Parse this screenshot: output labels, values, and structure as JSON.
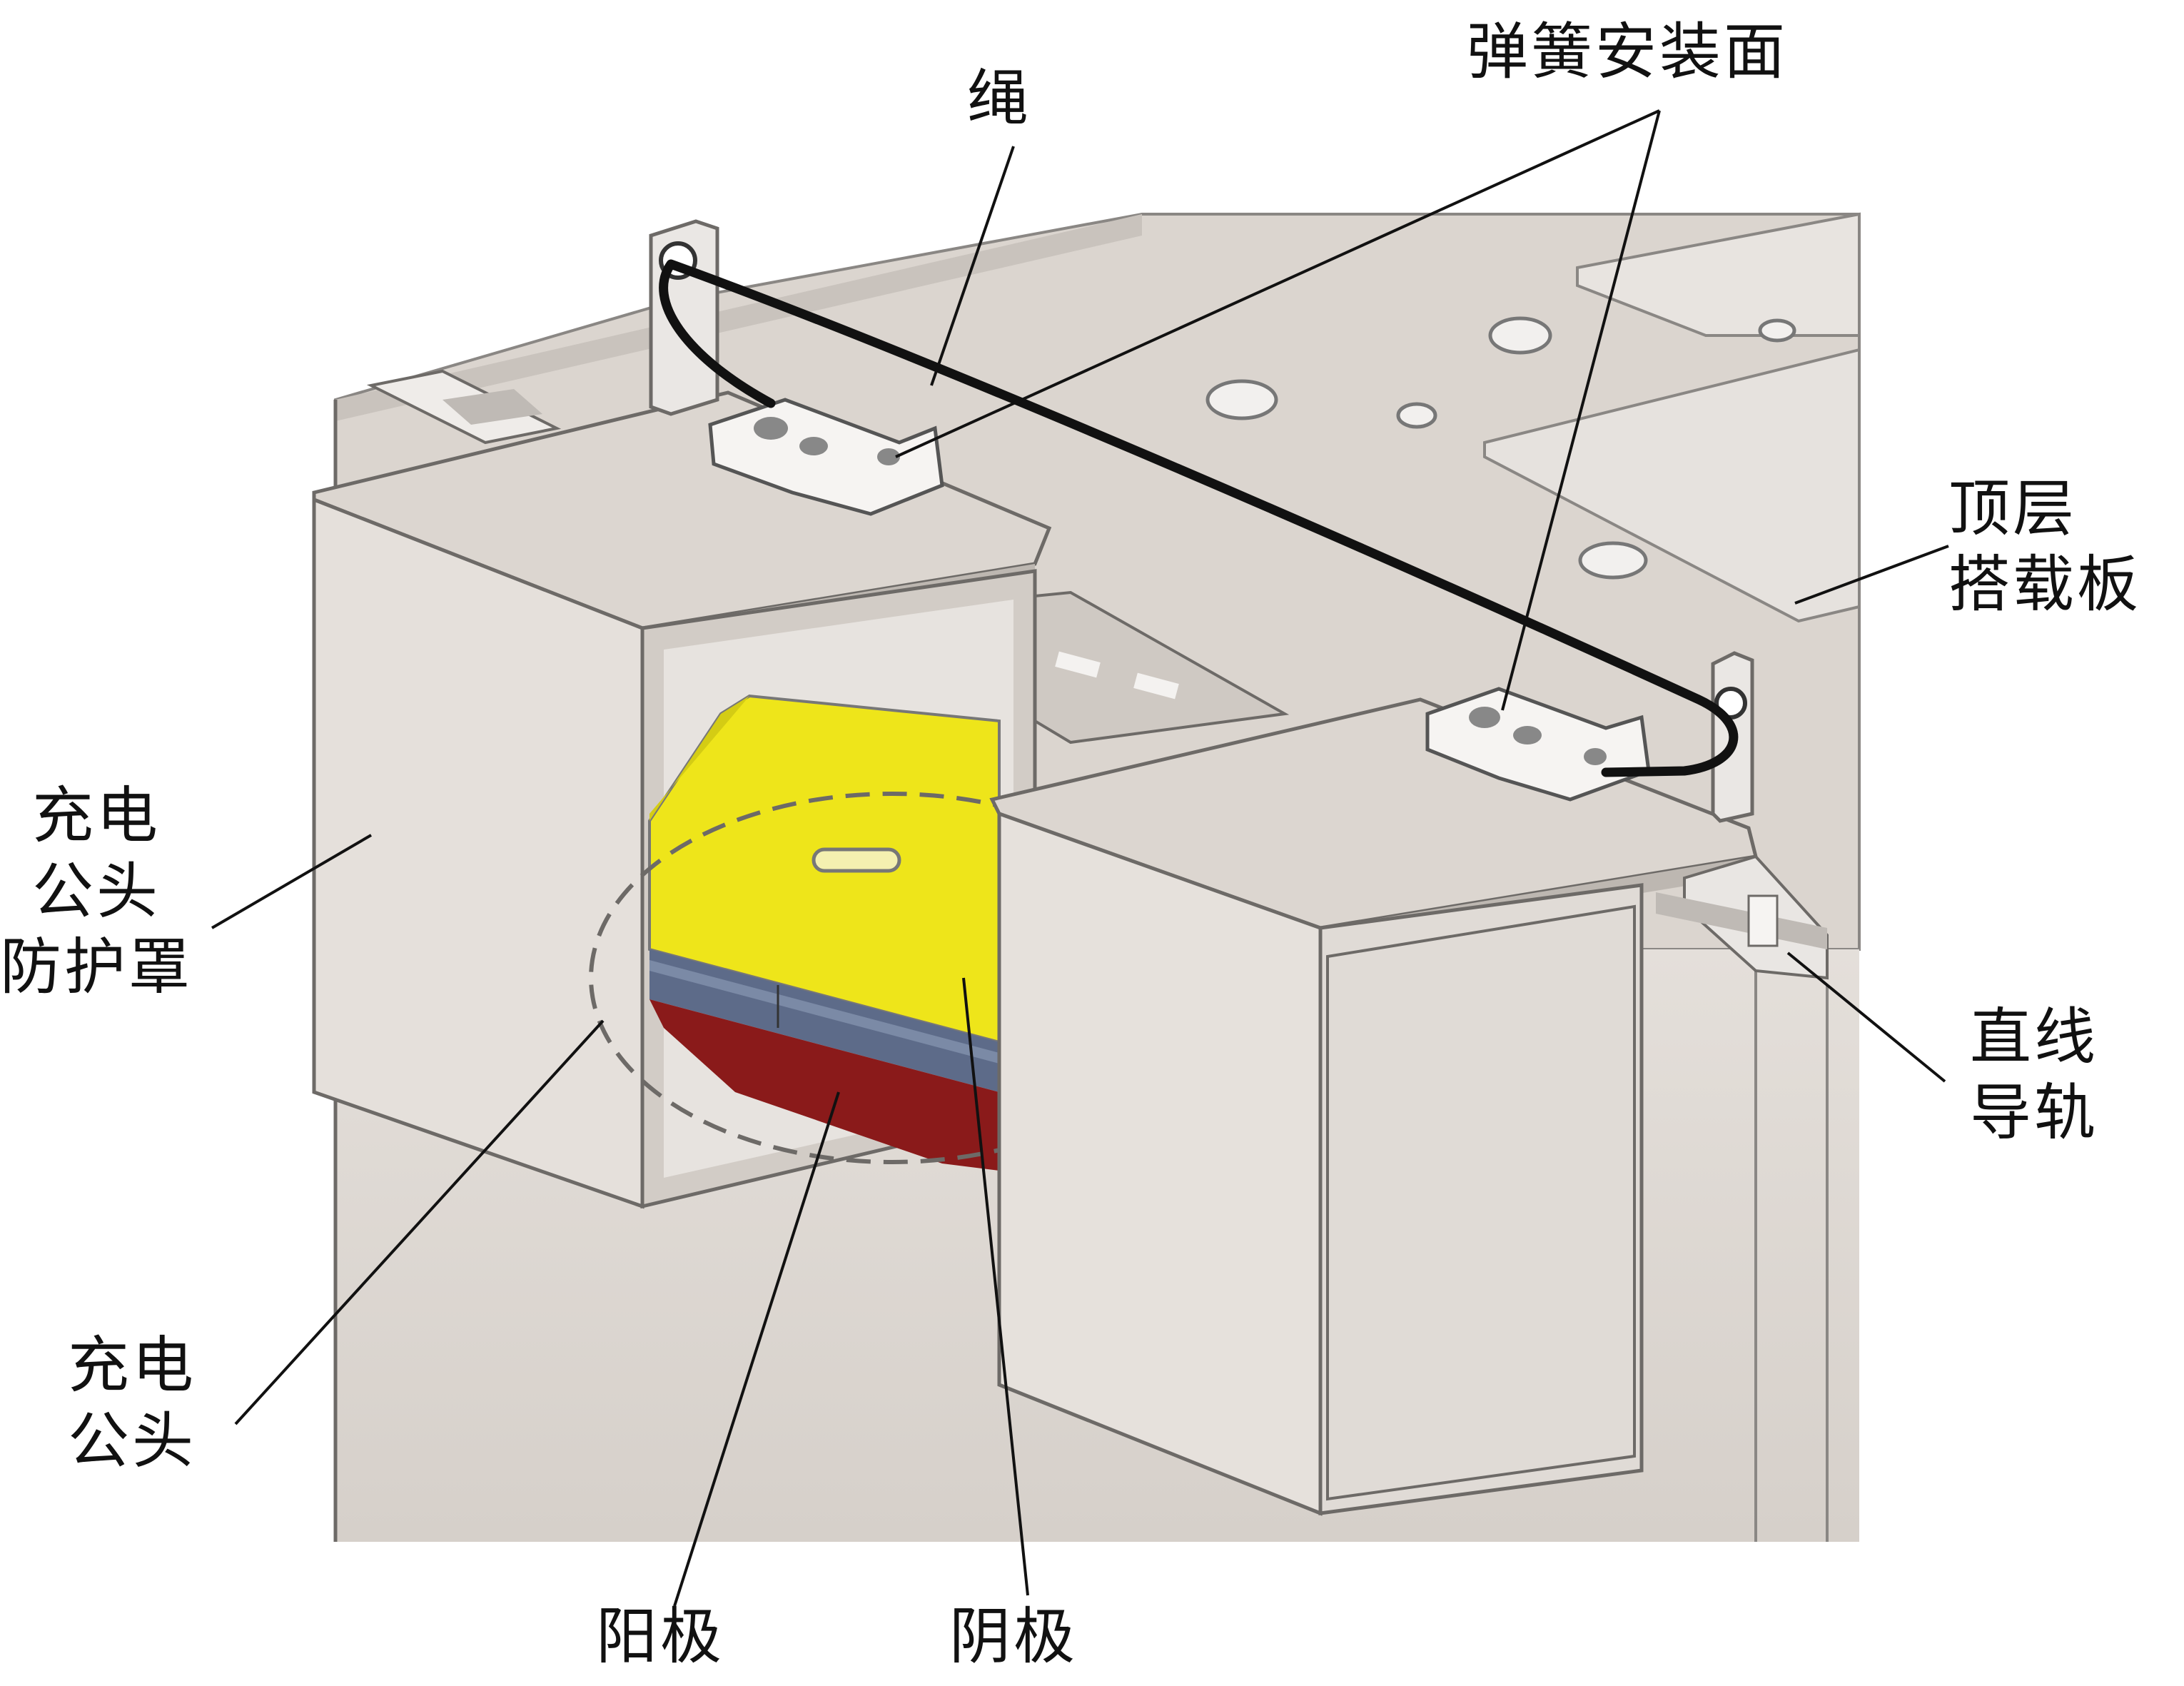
{
  "labels": {
    "rope": "绳",
    "spring_mount": "弹簧安装面",
    "top_plate": [
      "顶层",
      "搭载板"
    ],
    "guard": [
      "充电",
      "公头",
      "防护罩"
    ],
    "rail": [
      "直线",
      "导轨"
    ],
    "plug": [
      "充电",
      "公头"
    ],
    "anode": "阳极",
    "cathode": "阴极"
  },
  "colors": {
    "body": "#d9d3cd",
    "body_light": "#e4dfda",
    "edge": "#6d6a67",
    "yellow": "#eee51a",
    "dark_red": "#8a1a1a",
    "blue_layer": "#5a6a88",
    "rope": "#111111"
  }
}
